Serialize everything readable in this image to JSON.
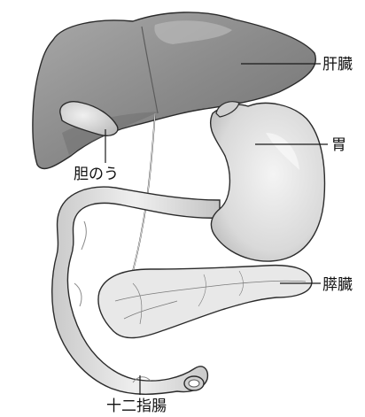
{
  "labels": {
    "liver": "肝臓",
    "stomach": "胃",
    "gallbladder": "胆のう",
    "pancreas": "膵臓",
    "duodenum": "十二指腸"
  },
  "colors": {
    "liver_fill": "#8c8c8c",
    "liver_highlight": "#b5b5b5",
    "stomach_fill": "#dcdcdc",
    "gallbladder_fill": "#d8d8d8",
    "pancreas_fill": "#e6e6e6",
    "intestine_fill": "#e0e0e0",
    "outline": "#2b2b2b",
    "text": "#111111"
  }
}
